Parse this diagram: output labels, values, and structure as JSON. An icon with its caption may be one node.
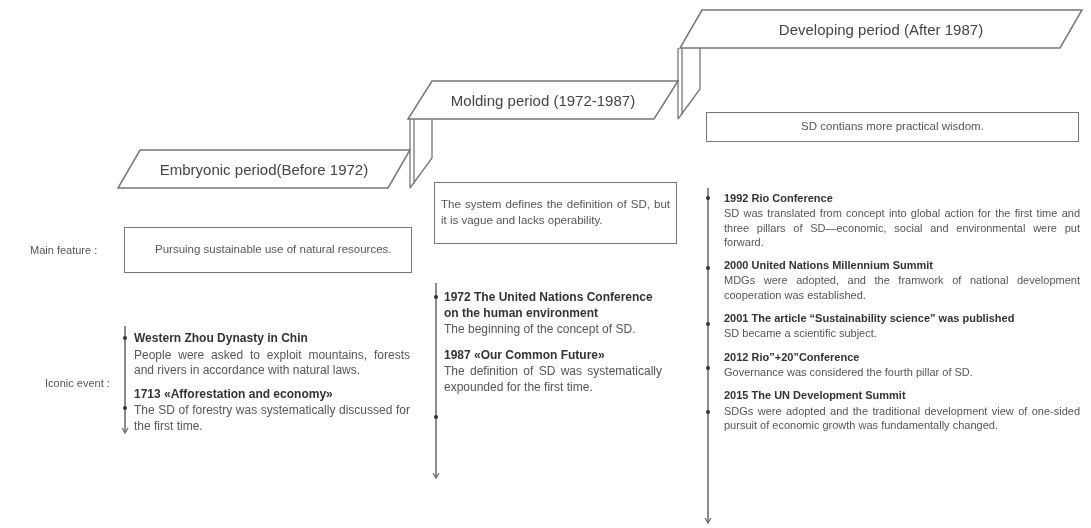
{
  "diagram": {
    "nodes": [
      {
        "text": [
          "Embryonic period(Before 1972)"
        ]
      },
      {
        "text": [
          "Molding period (1972-1987)"
        ]
      },
      {
        "text": [
          "Developing period (After 1987)"
        ]
      },
      {
        "text": [
          "Pursuing sustainable use of natural resources."
        ]
      },
      {
        "text": [
          "The system defines the definition of SD, but it is vague and lacks operability."
        ]
      },
      {
        "text": [
          "SD contians more practical wisdom."
        ]
      }
    ],
    "labels": [
      "Main feature :",
      "Iconic event :",
      "Western Zhou Dynasty in Chin",
      "People were asked to exploit mountains, forests and rivers in accordance with natural laws.",
      "1713 «Afforestation and economy»",
      "The SD of forestry was systematically discussed for the first time.",
      "1972 The United Nations Conference on the human environment",
      "The beginning of the concept of SD.",
      "1987 «Our Common Future»",
      "The definition of SD was systematically expounded for the first time.",
      "1992 Rio Conference",
      "SD was translated from concept into global action for the first time and three pillars of SD—economic, social and environmental were put forward.",
      "2000 United Nations Millennium Summit",
      "MDGs were adopted, and the framwork of national development cooperation was established.",
      "2001 The article “Sustainability science” was published",
      "SD became a scientific subject.",
      "2012 Rio”+20”Conference",
      "Governance was considered the fourth pillar of SD.",
      "2015 The UN Development Summit",
      "SDGs were adopted and the traditional development view of one-sided pursuit of economic growth was fundamentally changed."
    ]
  }
}
